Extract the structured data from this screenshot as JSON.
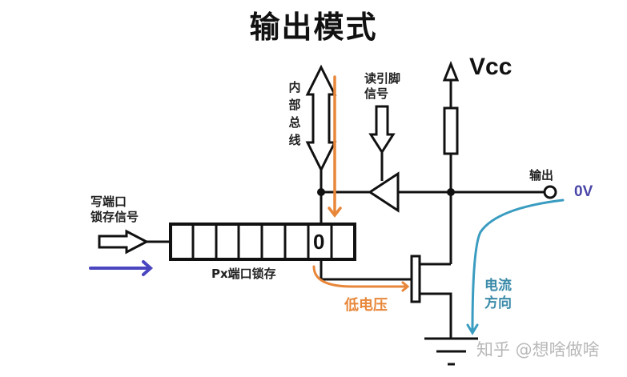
{
  "title": "输出模式",
  "labels": {
    "internal_bus": "内部总线",
    "read_pin_signal_line1": "读引脚",
    "read_pin_signal_line2": "信号",
    "vcc": "Vcc",
    "output": "输出",
    "output_voltage": "0V",
    "write_latch_line1": "写端口",
    "write_latch_line2": "锁存信号",
    "latch_name": "Px端口锁存",
    "latch_bit_value": "0",
    "low_voltage": "低电压",
    "current_dir_line1": "电流",
    "current_dir_line2": "方向"
  },
  "latch": {
    "cell_count": 8,
    "active_cell_index": 6
  },
  "colors": {
    "wire": "#111111",
    "orange_arrow": "#e8873a",
    "blue_arrow": "#4a46c0",
    "current_arrow": "#3a9cc0"
  },
  "watermark": "知乎 @想啥做啥"
}
